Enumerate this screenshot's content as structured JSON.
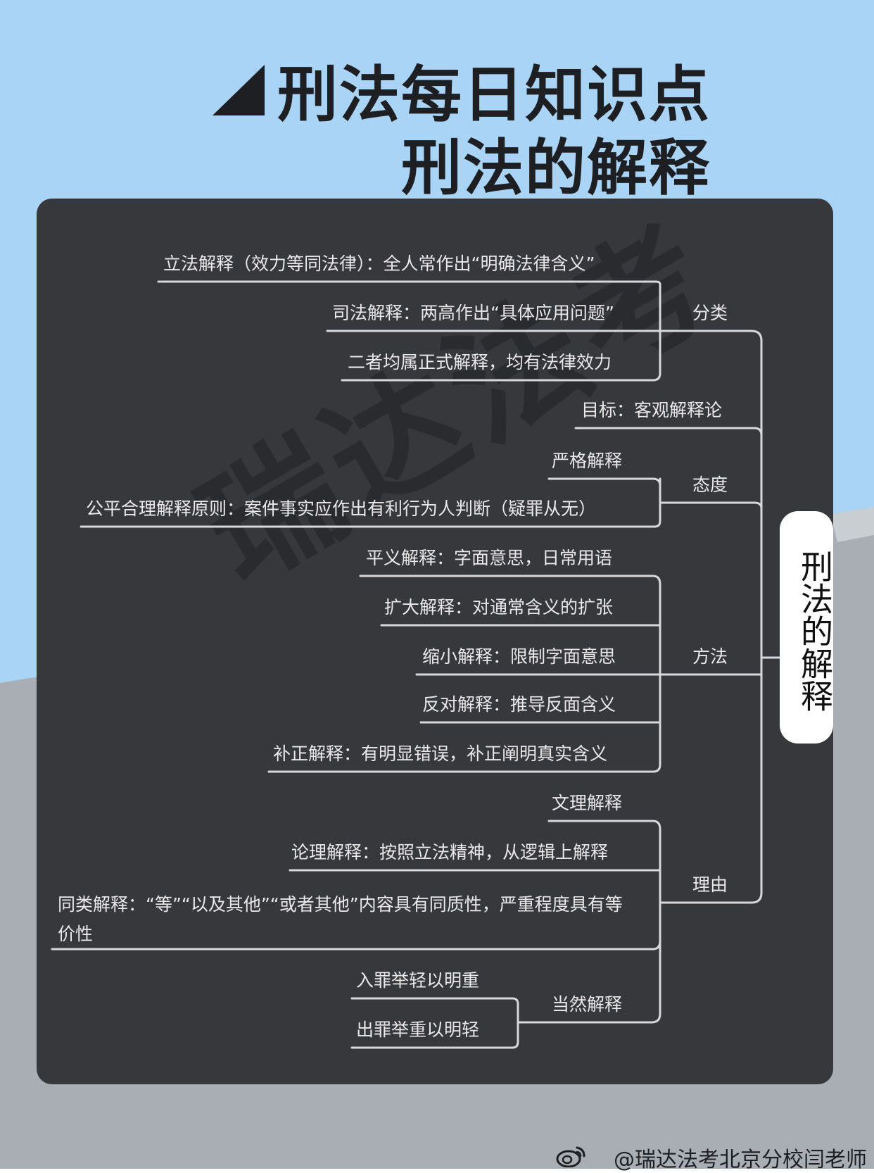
{
  "header": {
    "title_line1": "刑法每日知识点",
    "title_line2": "刑法的解释"
  },
  "colors": {
    "sky": "#a9d4f5",
    "ground": "#a8aeb4",
    "panel": "#36383c",
    "line": "#d8d8da",
    "text": "#e9e9ea"
  },
  "watermark": "瑞达法考",
  "mindmap": {
    "root": "刑法的解释",
    "branches": [
      {
        "label": "分类",
        "children": [
          "立法解释（效力等同法律）：全人常作出“明确法律含义”",
          "司法解释：两高作出“具体应用问题”",
          "二者均属正式解释，均有法律效力"
        ]
      },
      {
        "label": "目标：客观解释论"
      },
      {
        "label": "态度",
        "children": [
          "严格解释",
          "公平合理解释原则：案件事实应作出有利行为人判断（疑罪从无）"
        ]
      },
      {
        "label": "方法",
        "children": [
          "平义解释：字面意思，日常用语",
          "扩大解释：对通常含义的扩张",
          "缩小解释：限制字面意思",
          "反对解释：推导反面含义",
          "补正解释：有明显错误，补正阐明真实含义"
        ]
      },
      {
        "label": "理由",
        "children": [
          "文理解释",
          "论理解释：按照立法精神，从逻辑上解释",
          "同类解释：“等”“以及其他”“或者其他”内容具有同质性，严重程度具有等价性",
          "当然解释"
        ]
      }
    ],
    "dangran": [
      "入罪举轻以明重",
      "出罪举重以明轻"
    ]
  },
  "footer": {
    "credit": "@瑞达法考北京分校闫老师",
    "icon": "weibo-icon"
  }
}
